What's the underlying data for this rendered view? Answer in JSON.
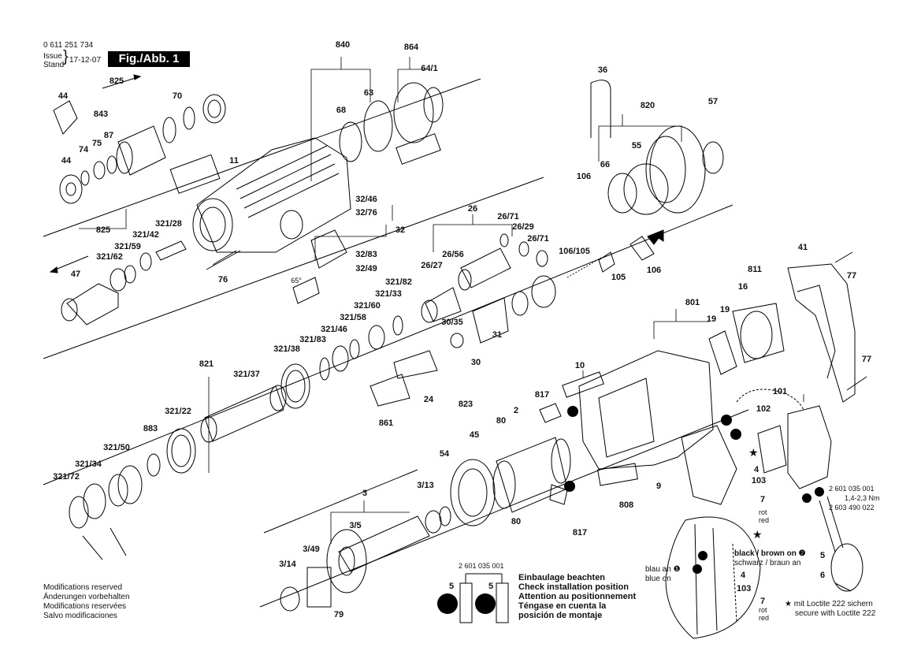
{
  "header": {
    "part_number": "0 611 251 734",
    "issue_label": "Issue",
    "stand_label": "Stand",
    "date": "17-12-07",
    "figure_label": "Fig./Abb. 1"
  },
  "modifications": [
    "Modifications reserved",
    "Änderungen vorbehalten",
    "Modifications reservées",
    "Salvo modificaciones"
  ],
  "install_note": {
    "part_ref": "2 601 035 001",
    "label_a": "5",
    "label_b": "5",
    "lines": [
      "Einbaulage beachten",
      "Check installation position",
      "Attention au positionnement",
      "Téngase en cuenta la",
      "posición de montaje"
    ]
  },
  "wiring": {
    "black_brown": "black / brown on",
    "schwarz_braun": "schwarz / braun an",
    "blau_an": "blau an",
    "blue_on": "blue on",
    "label_4": "4",
    "label_103": "103",
    "label_7": "7",
    "rot": "rot",
    "red": "red"
  },
  "torque": {
    "ref1": "2 601 035 001",
    "torque": "1,4-2,3 Nm",
    "ref2": "2 603 490 022"
  },
  "loctite": {
    "line1": "mit Loctite 222 sichern",
    "line2": "secure with Loctite 222"
  },
  "part_labels": [
    "44",
    "825",
    "843",
    "87",
    "75",
    "74",
    "44",
    "70",
    "840",
    "864",
    "64/1",
    "68",
    "63",
    "11",
    "36",
    "820",
    "55",
    "57",
    "66",
    "106",
    "825",
    "321/28",
    "321/42",
    "321/59",
    "321/62",
    "47",
    "76",
    "32/46",
    "32/76",
    "32",
    "32/83",
    "32/49",
    "65°",
    "26",
    "26/71",
    "26/29",
    "26/71",
    "26/56",
    "26/27",
    "106/105",
    "105",
    "106",
    "41",
    "77",
    "321/82",
    "321/33",
    "321/60",
    "321/58",
    "321/46",
    "321/83",
    "321/38",
    "30/35",
    "31",
    "30",
    "821",
    "321/37",
    "24",
    "861",
    "823",
    "811",
    "16",
    "801",
    "19",
    "19",
    "10",
    "817",
    "2",
    "80",
    "77",
    "101",
    "102",
    "4",
    "103",
    "7",
    "321/22",
    "883",
    "321/50",
    "321/34",
    "321/72",
    "45",
    "54",
    "3/13",
    "3",
    "3/5",
    "3/49",
    "3/14",
    "79",
    "80",
    "817",
    "808",
    "9",
    "5",
    "6"
  ]
}
